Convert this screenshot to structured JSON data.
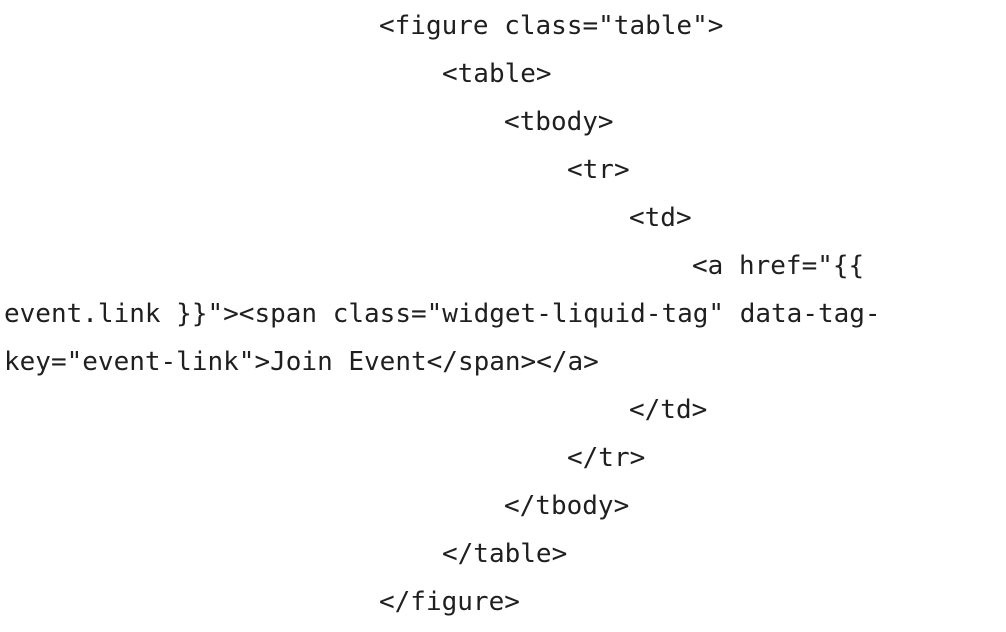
{
  "code": {
    "lines": [
      "<figure class=\"table\">",
      "<table>",
      "<tbody>",
      "<tr>",
      "<td>",
      "<a href=\"{{",
      "event.link }}\"><span class=\"widget-liquid-tag\" data-tag-",
      "key=\"event-link\">Join Event</span></a>",
      "</td>",
      "</tr>",
      "</tbody>",
      "</table>",
      "</figure>"
    ]
  }
}
